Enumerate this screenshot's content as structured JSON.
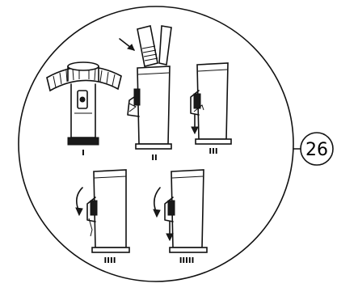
{
  "diagram": {
    "callout_number": "26",
    "steps": [
      {
        "label": "I"
      },
      {
        "label": "II"
      },
      {
        "label": "III"
      },
      {
        "label": "IIII"
      },
      {
        "label": "IIIII"
      }
    ]
  }
}
